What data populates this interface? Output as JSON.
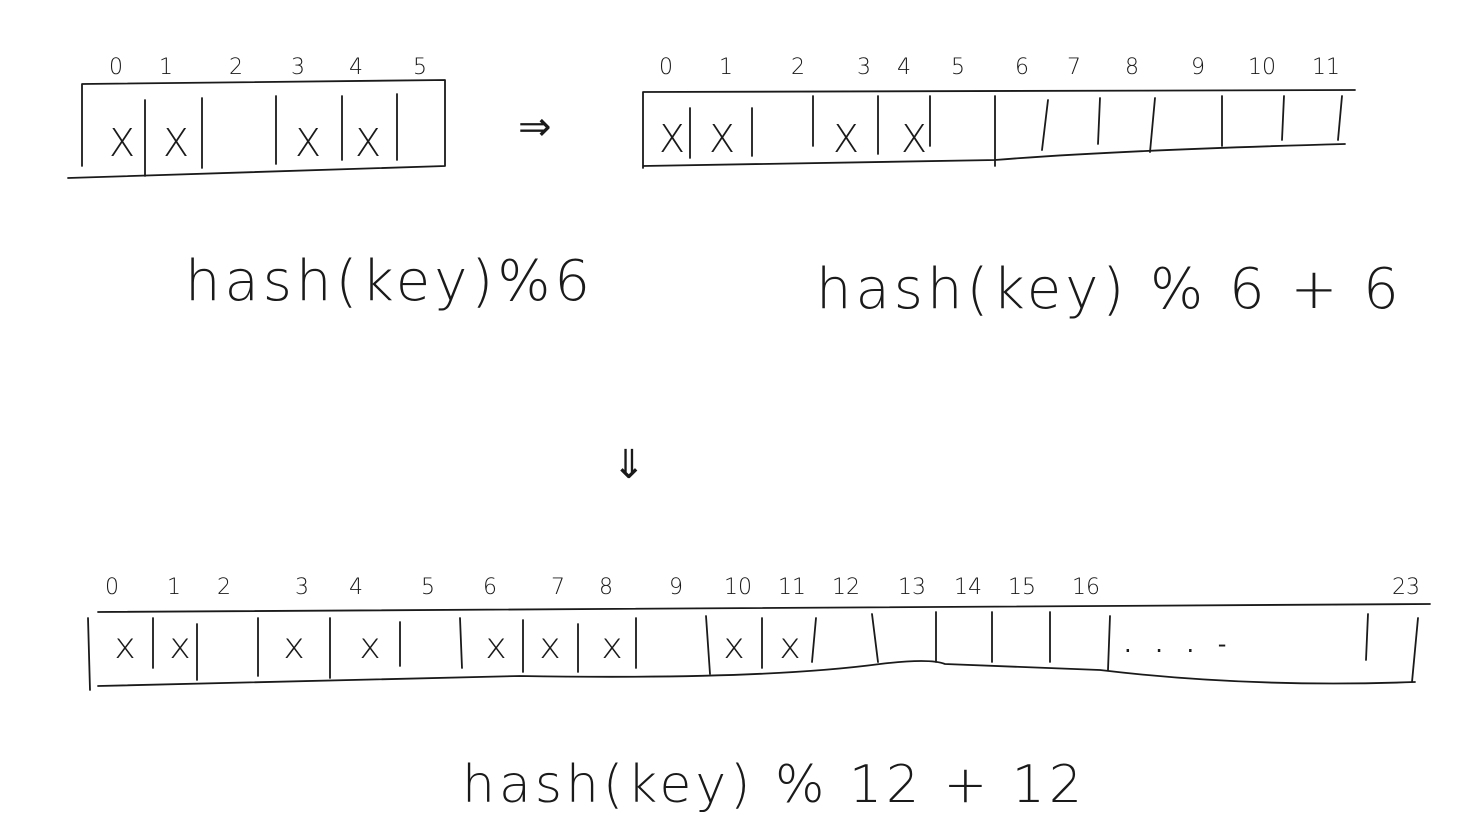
{
  "arrays": [
    {
      "id": "array-6",
      "indices": [
        "0",
        "1",
        "2",
        "3",
        "4",
        "5"
      ],
      "cells": [
        "X",
        "X",
        "",
        "X",
        "X",
        ""
      ]
    },
    {
      "id": "array-12",
      "indices": [
        "0",
        "1",
        "2",
        "3",
        "4",
        "5",
        "6",
        "7",
        "8",
        "9",
        "10",
        "11"
      ],
      "cells": [
        "X",
        "X",
        "",
        "X",
        "X",
        "",
        "",
        "",
        "",
        "",
        "",
        ""
      ]
    },
    {
      "id": "array-24",
      "indices": [
        "0",
        "1",
        "2",
        "3",
        "4",
        "5",
        "6",
        "7",
        "8",
        "9",
        "10",
        "11",
        "12",
        "13",
        "14",
        "15",
        "16",
        "23"
      ],
      "cells": [
        "x",
        "x",
        "",
        "x",
        "x",
        "",
        "x",
        "x",
        "x",
        "",
        "x",
        "x",
        "",
        "",
        "",
        "",
        "",
        "",
        "",
        "",
        "",
        "",
        "",
        ""
      ],
      "ellipsis": ". . . -"
    }
  ],
  "formulas": {
    "first": "hash(key)%6",
    "second": "hash(key) % 6  + 6",
    "third": "hash(key) % 12 + 12"
  },
  "arrows": {
    "right": "⇒",
    "down": "⇓"
  }
}
